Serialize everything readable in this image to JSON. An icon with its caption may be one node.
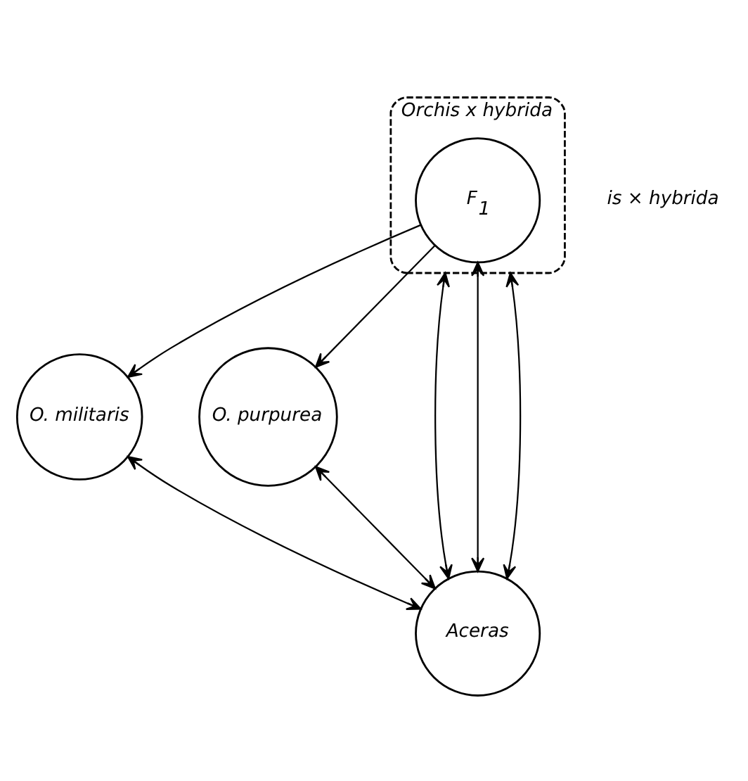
{
  "diagram": {
    "nodes": [
      {
        "text": [
          "Orchis x hybrida"
        ]
      },
      {
        "text": [
          "O. militaris"
        ]
      },
      {
        "text": [
          "F$_{1}$"
        ],
        "in": 0
      },
      {
        "text": [
          "O. purpurea"
        ]
      },
      {
        "text": [
          "Aceras"
        ]
      }
    ],
    "edges": [
      {
        "from": 2,
        "to": 1,
        "arrow": "to"
      },
      {
        "from": 2,
        "to": 3,
        "arrow": "to"
      },
      {
        "from": 1,
        "to": 4,
        "arrow": "both"
      },
      {
        "from": 0,
        "to": 4,
        "arrow": "both"
      },
      {
        "from": 2,
        "to": 4,
        "arrow": "both"
      },
      {
        "from": 0,
        "to": 4,
        "arrow": "both"
      },
      {
        "from": 3,
        "to": 4,
        "arrow": "both"
      }
    ],
    "labels": [
      "is × hybrida"
    ]
  }
}
